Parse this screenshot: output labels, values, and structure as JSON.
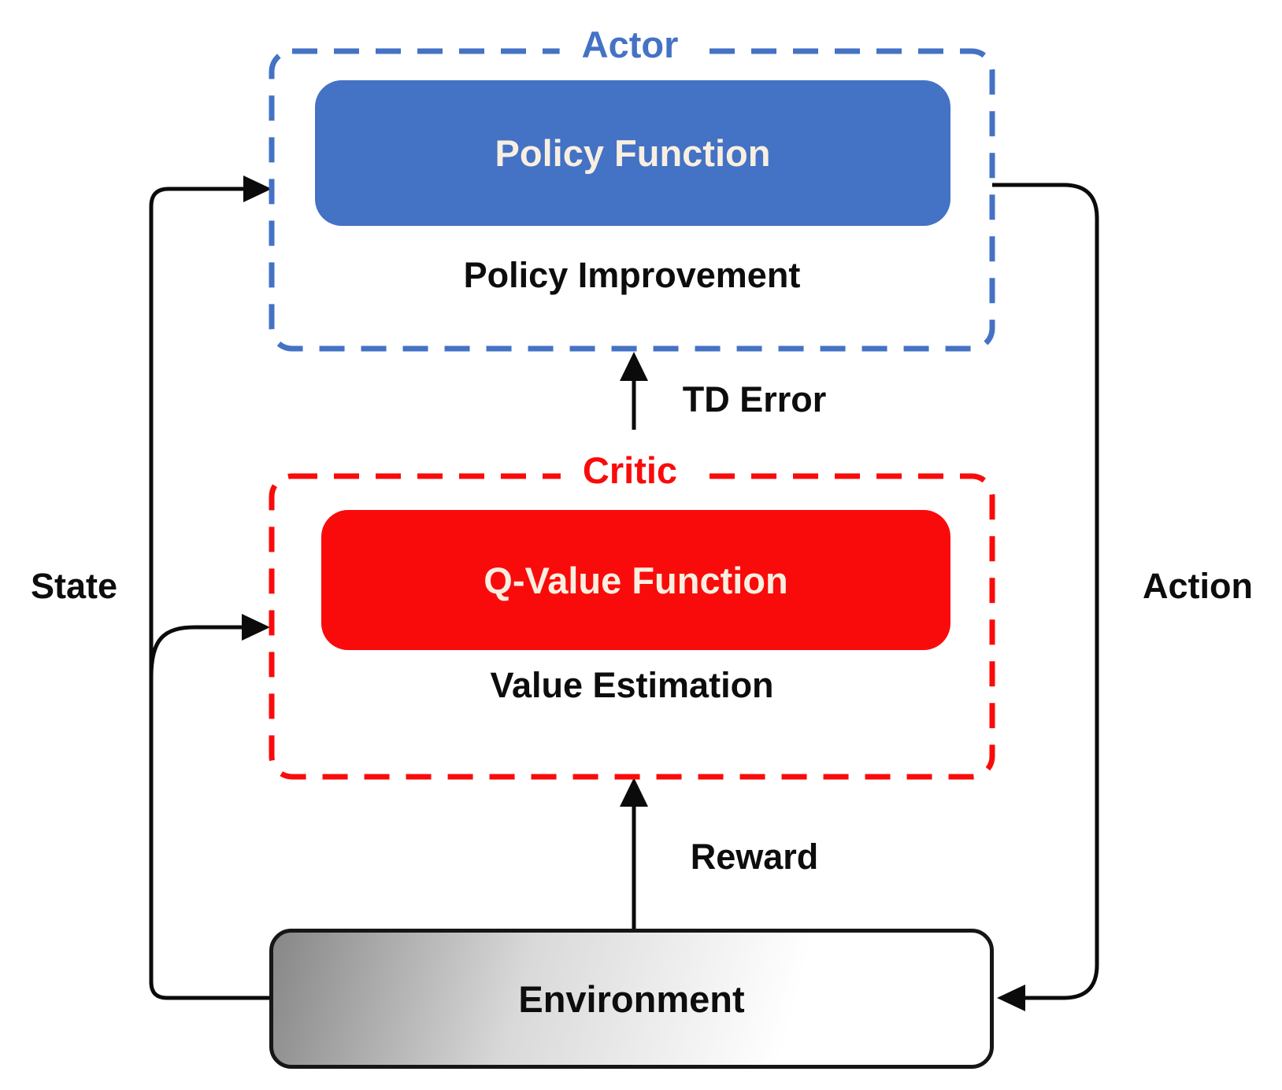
{
  "diagram": {
    "actor": {
      "group_label": "Actor",
      "box_label": "Policy Function",
      "caption": "Policy Improvement"
    },
    "critic": {
      "group_label": "Critic",
      "box_label": "Q-Value Function",
      "caption": "Value Estimation"
    },
    "environment": {
      "label": "Environment"
    },
    "edges": {
      "state": "State",
      "action": "Action",
      "td_error": "TD Error",
      "reward": "Reward"
    },
    "colors": {
      "actor_blue": "#4472C4",
      "critic_red": "#FA0B0B",
      "box_text": "#F8EFE1",
      "line_color": "#0b0b0b",
      "caption_color": "#0d0d0d",
      "env_border": "#161616",
      "env_grad_start": "#878787",
      "env_grad_mid": "#d9d9d9",
      "env_grad_end": "#ffffff",
      "bg": "#ffffff"
    }
  }
}
